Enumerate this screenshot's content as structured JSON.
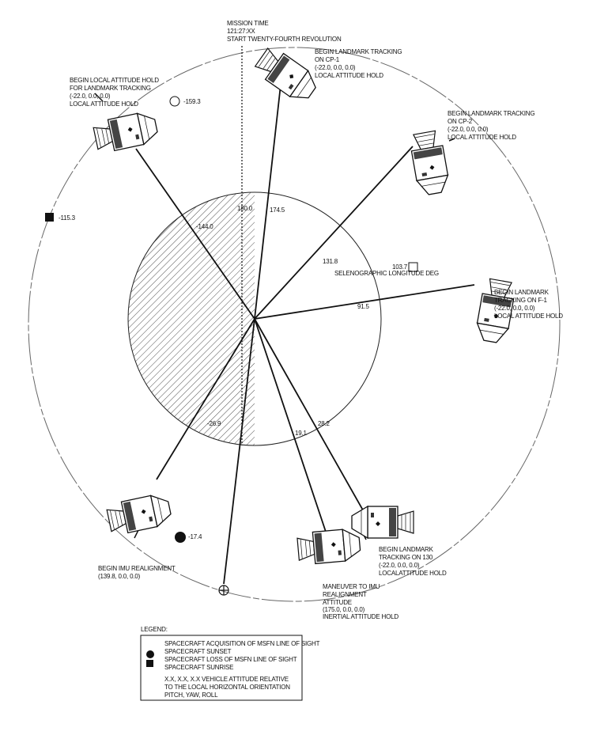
{
  "mission_time": [
    "MISSION TIME",
    "121:27:XX",
    "START TWENTY-FOURTH REVOLUTION"
  ],
  "events": {
    "local_hold": [
      "BEGIN LOCAL ATTITUDE HOLD",
      "FOR LANDMARK TRACKING",
      "(-22.0, 0.0, 0.0)",
      "LOCAL ATTITUDE HOLD"
    ],
    "cp1": [
      "BEGIN LANDMARK TRACKING",
      "ON CP-1",
      "(-22.0, 0.0, 0.0)",
      "LOCAL ATTITUDE HOLD"
    ],
    "cp2": [
      "BEGIN LANDMARK TRACKING",
      "ON CP-2",
      "(-22.0, 0.0, 0.0)",
      "LOCAL ATTITUDE HOLD"
    ],
    "f1": [
      "BEGIN LANDMARK",
      "TRACKING ON F-1",
      "(-22.0, 0.0, 0.0)",
      "LOCAL ATTITUDE HOLD"
    ],
    "t130": [
      "BEGIN LANDMARK",
      "TRACKING ON 130",
      "(-22.0, 0.0, 0.0)",
      "LOCALATTITUDE HOLD"
    ],
    "maneuver": [
      "MANEUVER TO IMU",
      "REALIGNMENT",
      "ATTITUDE",
      "(175.0, 0.0, 0.0)",
      "INERTIAL ATTITUDE HOLD"
    ],
    "imu": [
      "BEGIN IMU REALIGNMENT",
      "(139.8, 0.0, 0.0)"
    ]
  },
  "markers": {
    "aos": "-159.3",
    "sunset_square": "-115.3",
    "los": "103.7",
    "sunset_circle": "-17.4"
  },
  "longitudes": {
    "l180": "180.0",
    "l174": "174.5",
    "lm144": "-144.0",
    "l131": "131.8",
    "l91": "91.5",
    "l28": "28.2",
    "l19": "19.1",
    "lm26": "-26.9"
  },
  "axis_label": "SELENOGRAPHIC LONGITUDE DEG",
  "legend": {
    "title": "LEGEND:",
    "lines": [
      "SPACECRAFT ACQUISITION  OF MSFN LINE OF SIGHT",
      "SPACECRAFT SUNSET",
      "SPACECRAFT LOSS OF MSFN LINE OF SIGHT",
      "SPACECRAFT SUNRISE"
    ],
    "note": [
      "X.X, X.X, X.X VEHICLE ATTITUDE RELATIVE",
      "TO THE LOCAL HORIZONTAL ORIENTATION",
      "PITCH, YAW, ROLL"
    ]
  }
}
